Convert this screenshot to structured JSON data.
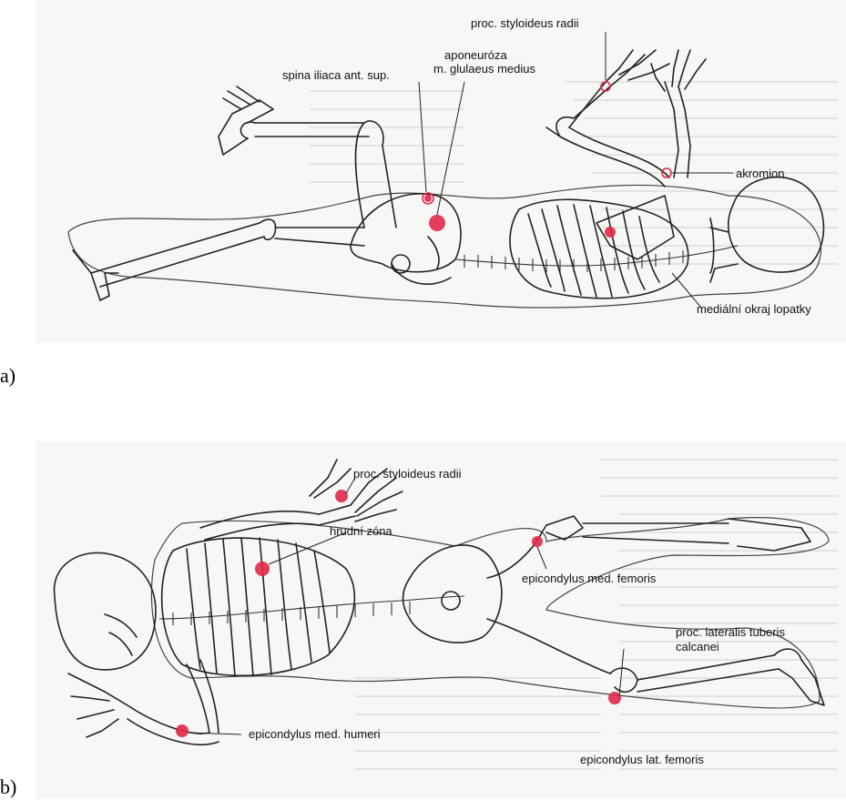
{
  "panel_a": {
    "caption": "a)",
    "labels": {
      "styloid": "proc. styloideus radii",
      "aponeurosis_1": "aponeuróza",
      "aponeurosis_2": "m. glulaeus medius",
      "spina": "spina iliaca ant. sup.",
      "akromion": "akromion",
      "scapula": "mediální okraj lopatky"
    }
  },
  "panel_b": {
    "caption": "b)",
    "labels": {
      "styloid": "proc. styloideus radii",
      "thoracic": "hrudní zóna",
      "epicondylus_med_femoris": "epicondylus med. femoris",
      "calcanei_1": "proc. lateralis tuberis",
      "calcanei_2": "calcanei",
      "epicondylus_med_humeri": "epicondylus med. humeri",
      "epicondylus_lat_femoris": "epicondylus lat. femoris"
    }
  },
  "colors": {
    "marker": "#e0284a",
    "panel_bg": "#f7f7f5",
    "line": "#222222"
  }
}
